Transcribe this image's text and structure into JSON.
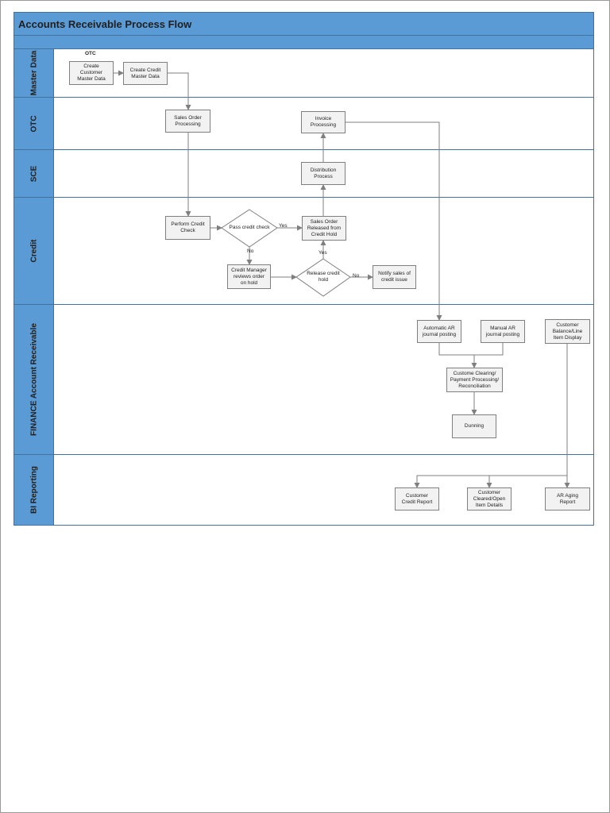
{
  "diagram": {
    "title": "Accounts Receivable Process Flow",
    "lanes": [
      {
        "id": "master-data",
        "label": "Master Data"
      },
      {
        "id": "otc",
        "label": "OTC"
      },
      {
        "id": "sce",
        "label": "SCE"
      },
      {
        "id": "credit",
        "label": "Credit"
      },
      {
        "id": "finance",
        "label": "FINANCE Account Receivable"
      },
      {
        "id": "bi",
        "label": "BI Reporting"
      }
    ],
    "otc_tag": "OTC",
    "nodes": {
      "create_customer": "Create\nCustomer\nMaster Data",
      "create_credit": "Create Credit\nMaster Data",
      "sales_order": "Sales Order\nProcessing",
      "invoice": "Invoice\nProcessing",
      "distribution": "Distribution\nProcess",
      "perform_credit": "Perform Credit\nCheck",
      "pass_credit": "Pass credit check",
      "so_released": "Sales Order\nReleased from\nCredit Hold",
      "credit_manager": "Credit Manager\nreviews order\non hold",
      "release_hold": "Release credit\nhold",
      "notify_sales": "Notify sales of\ncredit issue",
      "auto_ar": "Automatic AR\njournal posting",
      "manual_ar": "Manual AR\njournal posting",
      "cust_balance": "Customer\nBalance/Line\nItem Display",
      "clearing": "Custome Clearing/\nPayment Processing/\nReconciliation",
      "dunning": "Dunning",
      "cust_credit_report": "Customer\nCredit Report",
      "cleared_open": "Customer\nCleared/Open\nItem Details",
      "ar_aging": "AR Aging\nReport"
    },
    "edge_labels": {
      "yes_pass": "Yes",
      "no_pass": "No",
      "yes_release": "Yes",
      "no_release": "No"
    }
  }
}
